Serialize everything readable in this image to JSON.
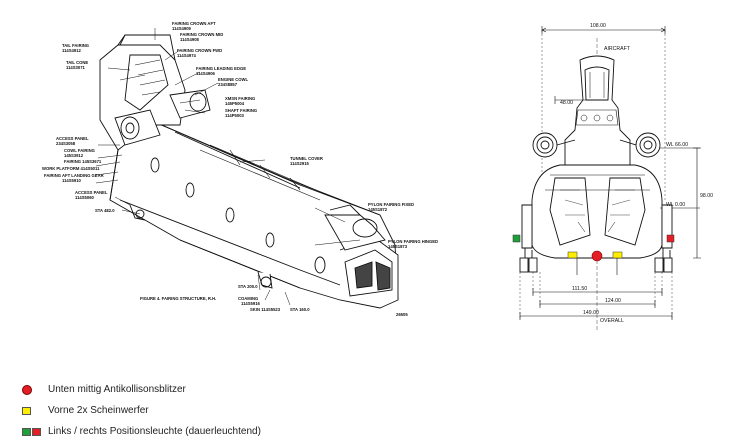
{
  "colors": {
    "anticollision": "#e31e24",
    "headlight": "#ffee00",
    "pos_left": "#1f9e3a",
    "pos_right": "#e31e24"
  },
  "left_diagram": {
    "labels": [
      {
        "name": "FAIRING CROWN AFT",
        "num": "114S4909"
      },
      {
        "name": "FAIRING CROWN MID",
        "num": "114S4908"
      },
      {
        "name": "TAIL FAIRING",
        "num": "114S4912"
      },
      {
        "name": "FAIRING CROWN FWD",
        "num": "114S4974"
      },
      {
        "name": "TAIL CONE",
        "num": "114S3071"
      },
      {
        "name": "FAIRING LEADING EDGE",
        "num": "114S4906"
      },
      {
        "name": "ENGINE COWL",
        "num": "234S8857"
      },
      {
        "name": "XMSN FAIRING",
        "num": "145P5004"
      },
      {
        "name": "SHAFT FAIRING",
        "num": "114P5003"
      },
      {
        "name": "ACCESS PANEL",
        "num": "234S3058"
      },
      {
        "name": "COWL FAIRING",
        "num": "145S3912"
      },
      {
        "name": "FAIRING",
        "num": "145S3671"
      },
      {
        "name": "WORK PLATFORM",
        "num": "414S5011"
      },
      {
        "name": "FAIRING AFT LANDING GEAR",
        "num": "114S5910"
      },
      {
        "name": "TUNNEL COVER",
        "num": "114S2915"
      },
      {
        "name": "ACCESS PANEL",
        "num": "114S5060"
      },
      {
        "name": "STA 482.0",
        "num": ""
      },
      {
        "name": "PYLON FAIRING FIXED",
        "num": "145S1872"
      },
      {
        "name": "PYLON FAIRING HINGED",
        "num": "145S1873"
      },
      {
        "name": "STA 200.0",
        "num": ""
      },
      {
        "name": "COAMING",
        "num": "114S5916"
      },
      {
        "name": "SKIN",
        "num": "114S5523"
      },
      {
        "name": "STA 160.0",
        "num": ""
      }
    ],
    "caption": "FIGURE 4.  FAIRING STRUCTURE, R.H.",
    "figure_number": "26505"
  },
  "right_diagram": {
    "dim_top": "108.00",
    "aircraft_label": "AIRCRAFT",
    "dim_width1": "48.00",
    "wl_upper": "WL 66.00",
    "wl_lower": "WL 0.00",
    "dim_height": "98.00",
    "dim_b1": "111.50",
    "dim_b2": "124.00",
    "dim_b3": "149.00",
    "overall": "OVERALL"
  },
  "legend": [
    {
      "text": "Unten mittig Antikollisonsblitzer"
    },
    {
      "text": "Vorne 2x Scheinwerfer"
    },
    {
      "text": "Links / rechts Positionsleuchte (dauerleuchtend)"
    }
  ]
}
